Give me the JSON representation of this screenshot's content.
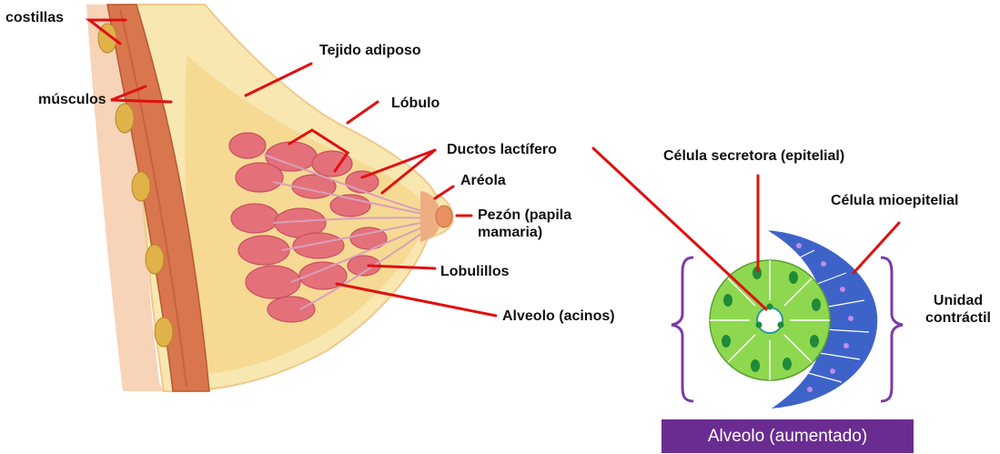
{
  "labels": {
    "costillas": "costillas",
    "musculos": "músculos",
    "tejido_adiposo": "Tejido adiposo",
    "lobulo": "Lóbulo",
    "ductos": "Ductos lactífero",
    "areola": "Aréola",
    "pezon_line1": "Pezón (papila",
    "pezon_line2": "mamaria)",
    "lobulillos": "Lobulillos",
    "alveolo": "Alveolo (acinos)",
    "celula_secretora": "Célula secretora  (epitelial)",
    "celula_mioepitelial": "Célula mioepitelial",
    "unidad_line1": "Unidad",
    "unidad_line2": "contráctil"
  },
  "caption": "Alveolo (aumentado)",
  "colors": {
    "pointer": "#e01010",
    "skin": "#f9e7b2",
    "fat": "#f4d68a",
    "muscle": "#d9764d",
    "rib": "#e0b24a",
    "lobule": "#e4707a",
    "epithelial": "#8ed84f",
    "nucleus": "#1f8a3a",
    "myoepithelial": "#3e63c8",
    "myo_nucleus": "#c08be8",
    "bracket": "#7a3aa8",
    "caption_bg": "#6a2c91"
  }
}
